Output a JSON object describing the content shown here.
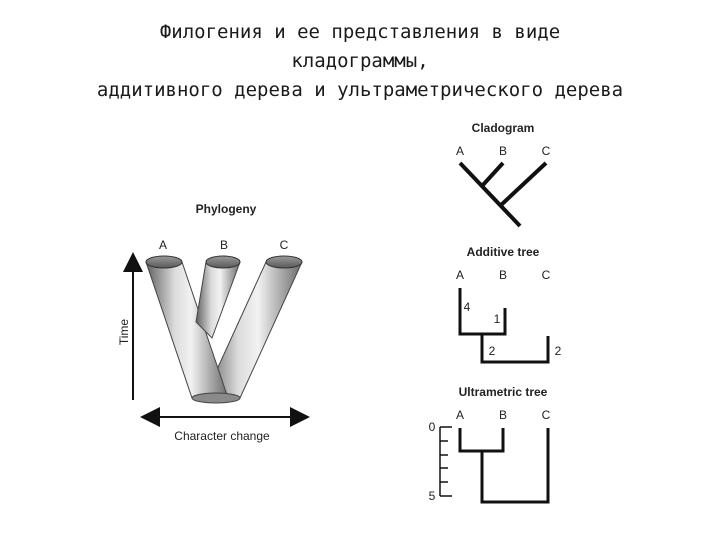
{
  "title": {
    "line1": "Филогения и ее представления в виде",
    "line2": "кладограммы,",
    "line3": "аддитивного дерева и ультраметрического дерева"
  },
  "phylogeny": {
    "heading": "Phylogeny",
    "taxa": [
      "A",
      "B",
      "C"
    ],
    "y_axis_label": "Time",
    "x_axis_label": "Character change"
  },
  "cladogram": {
    "heading": "Cladogram",
    "taxa": [
      "A",
      "B",
      "C"
    ]
  },
  "additive_tree": {
    "heading": "Additive tree",
    "taxa": [
      "A",
      "B",
      "C"
    ],
    "branch_lengths": {
      "a": "4",
      "b": "1",
      "inner": "2",
      "c": "2"
    }
  },
  "ultrametric_tree": {
    "heading": "Ultrametric tree",
    "taxa": [
      "A",
      "B",
      "C"
    ],
    "scale": {
      "top": "0",
      "bottom": "5"
    }
  },
  "colors": {
    "ink": "#111111",
    "tube_dark": "#6e6e6e",
    "tube_light": "#e4e4e4"
  }
}
